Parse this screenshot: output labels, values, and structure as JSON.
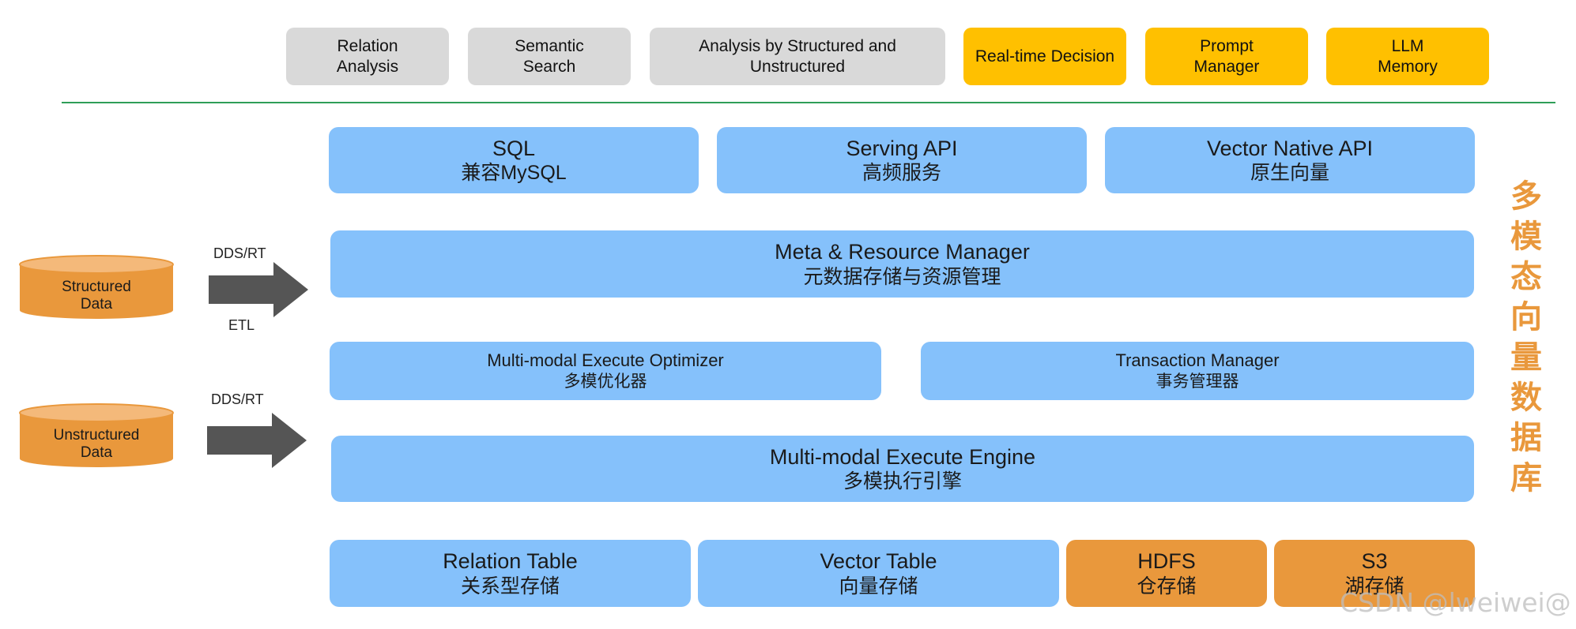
{
  "apps": [
    {
      "line1": "Relation",
      "line2": "Analysis",
      "color": "#d9d9d9"
    },
    {
      "line1": "Semantic",
      "line2": "Search",
      "color": "#d9d9d9"
    },
    {
      "line1": "Analysis by Structured and",
      "line2": "Unstructured",
      "color": "#d9d9d9"
    },
    {
      "line1": "Real-time Decision",
      "line2": "",
      "color": "#ffc000"
    },
    {
      "line1": "Prompt",
      "line2": "Manager",
      "color": "#ffc000"
    },
    {
      "line1": "LLM",
      "line2": "Memory",
      "color": "#ffc000"
    }
  ],
  "interfaces": [
    {
      "title": "SQL",
      "subtitle": "兼容MySQL"
    },
    {
      "title": "Serving API",
      "subtitle": "高频服务"
    },
    {
      "title": "Vector Native API",
      "subtitle": "原生向量"
    }
  ],
  "meta_manager": {
    "title": "Meta & Resource Manager",
    "subtitle": "元数据存储与资源管理"
  },
  "optimizer": {
    "title": "Multi-modal Execute Optimizer",
    "subtitle": "多模优化器"
  },
  "transaction": {
    "title": "Transaction Manager",
    "subtitle": "事务管理器"
  },
  "engine": {
    "title": "Multi-modal Execute Engine",
    "subtitle": "多模执行引擎"
  },
  "storage": [
    {
      "title": "Relation Table",
      "subtitle": "关系型存储",
      "color": "#85c1fb"
    },
    {
      "title": "Vector Table",
      "subtitle": "向量存储",
      "color": "#85c1fb"
    },
    {
      "title": "HDFS",
      "subtitle": "仓存储",
      "color": "#e9983c"
    },
    {
      "title": "S3",
      "subtitle": "湖存储",
      "color": "#e9983c"
    }
  ],
  "sources": [
    {
      "line1": "Structured",
      "line2": "Data",
      "top_tag": "DDS/RT",
      "bottom_tag": "ETL"
    },
    {
      "line1": "Unstructured",
      "line2": "Data",
      "top_tag": "DDS/RT",
      "bottom_tag": ""
    }
  ],
  "side_title_chars": [
    "多",
    "模",
    "态",
    "向",
    "量",
    "数",
    "据",
    "库"
  ],
  "watermark": "CSDN @lweiwei@",
  "colors": {
    "blue": "#85c1fb",
    "orange": "#e9983c",
    "yellow": "#ffc000",
    "gray": "#d9d9d9",
    "divider": "#2f9e58",
    "arrow": "#555555"
  }
}
